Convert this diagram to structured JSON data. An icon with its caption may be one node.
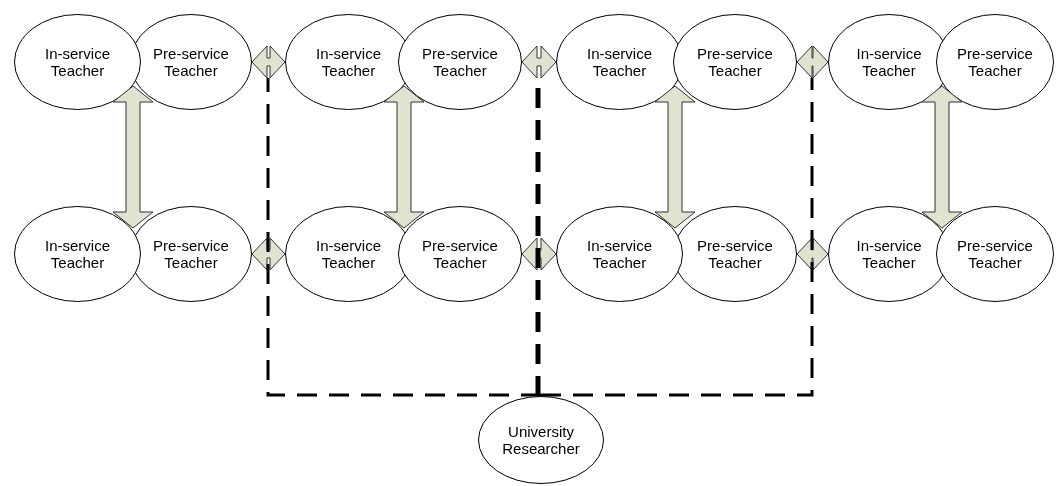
{
  "diagram": {
    "nodes": [
      {
        "text": [
          "In-service Teacher"
        ]
      },
      {
        "text": [
          "Pre-service Teacher"
        ]
      },
      {
        "text": [
          "In-service Teacher"
        ]
      },
      {
        "text": [
          "Pre-service Teacher"
        ]
      },
      {
        "text": [
          "In-service Teacher"
        ]
      },
      {
        "text": [
          "Pre-service Teacher"
        ]
      },
      {
        "text": [
          "In-service Teacher"
        ]
      },
      {
        "text": [
          "Pre-service Teacher"
        ]
      },
      {
        "text": [
          "In-service Teacher"
        ]
      },
      {
        "text": [
          "Pre-service Teacher"
        ]
      },
      {
        "text": [
          "In-service Teacher"
        ]
      },
      {
        "text": [
          "Pre-service Teacher"
        ]
      },
      {
        "text": [
          "In-service Teacher"
        ]
      },
      {
        "text": [
          "Pre-service Teacher"
        ]
      },
      {
        "text": [
          "In-service Teacher"
        ]
      },
      {
        "text": [
          "Pre-service Teacher"
        ]
      },
      {
        "text": [
          "University Researcher"
        ]
      }
    ],
    "edges": [
      {
        "from": 0,
        "to": 8,
        "arrow": "both",
        "style": "thick"
      },
      {
        "from": 2,
        "to": 10,
        "arrow": "both",
        "style": "thick"
      },
      {
        "from": 4,
        "to": 12,
        "arrow": "both",
        "style": "thick"
      },
      {
        "from": 6,
        "to": 14,
        "arrow": "both",
        "style": "thick"
      },
      {
        "from": 1,
        "to": 2,
        "arrow": "both",
        "style": "thick"
      },
      {
        "from": 3,
        "to": 4,
        "arrow": "both",
        "style": "thick"
      },
      {
        "from": 5,
        "to": 6,
        "arrow": "both",
        "style": "thick"
      },
      {
        "from": 9,
        "to": 10,
        "arrow": "both",
        "style": "thick"
      },
      {
        "from": 11,
        "to": 12,
        "arrow": "both",
        "style": "thick"
      },
      {
        "from": 13,
        "to": 14,
        "arrow": "both",
        "style": "thick"
      },
      {
        "from": 16,
        "to": null,
        "arrow": "none",
        "style": "dashed",
        "color": "#000000"
      },
      {
        "from": 16,
        "to": null,
        "arrow": "none",
        "style": "dashed",
        "color": "#000000"
      },
      {
        "from": 16,
        "to": null,
        "arrow": "none",
        "style": "dashed",
        "color": "#000000"
      }
    ]
  }
}
